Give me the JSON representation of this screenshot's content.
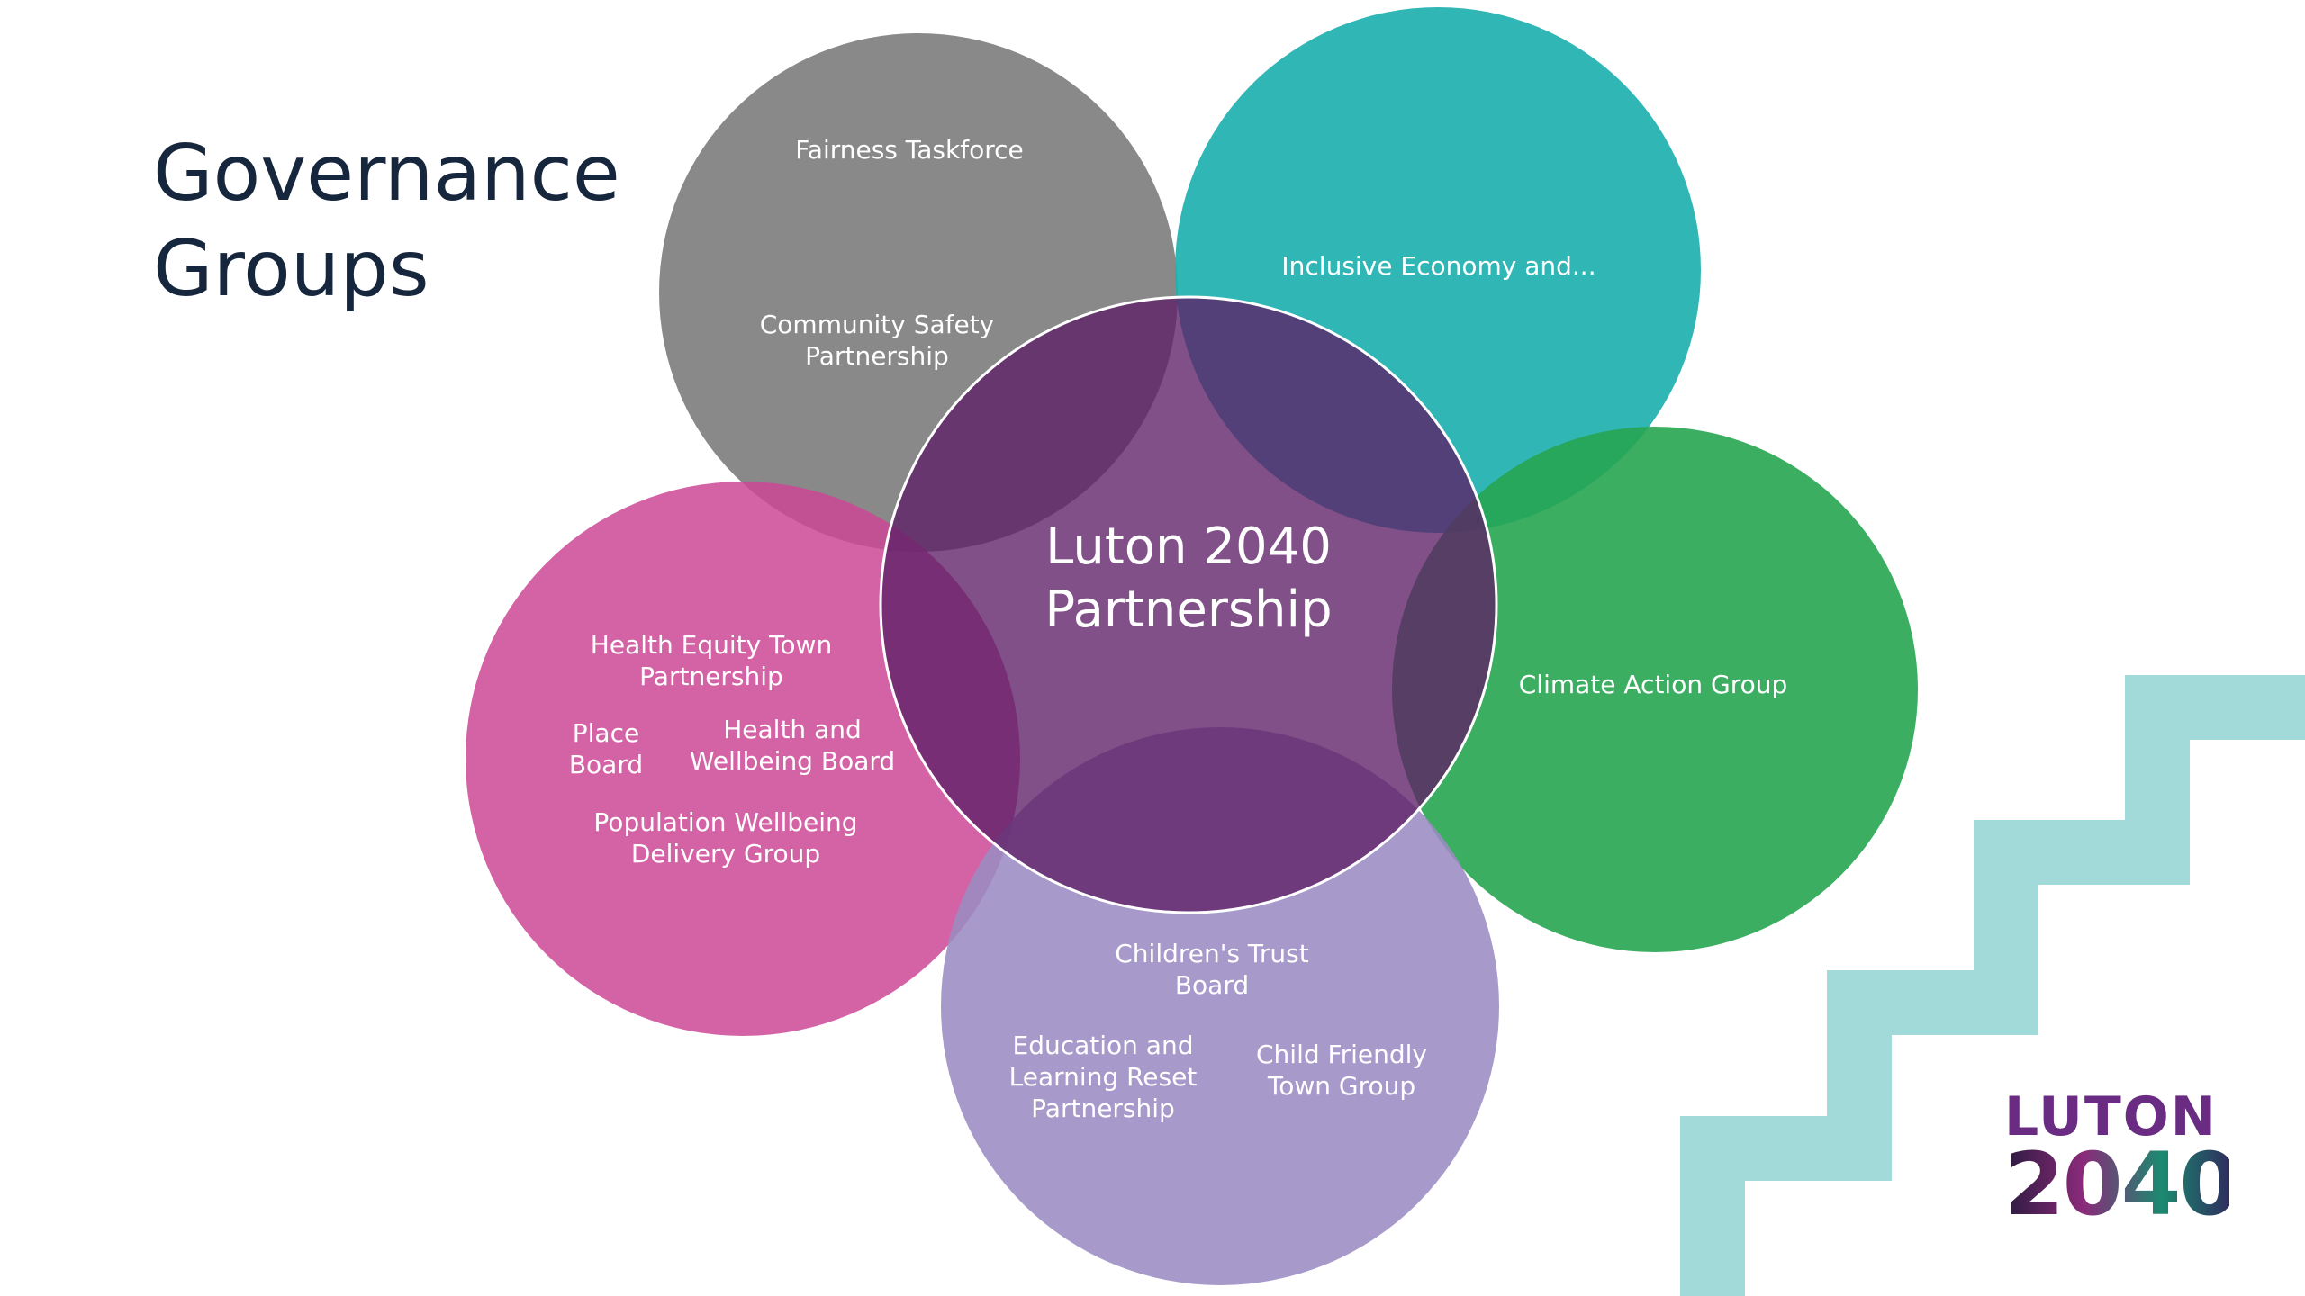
{
  "title": {
    "line1": "Governance",
    "line2": "Groups"
  },
  "center": {
    "line1": "Luton 2040",
    "line2": "Partnership"
  },
  "groups": {
    "grey": {
      "item1": "Fairness Taskforce",
      "item2_line1": "Community Safety",
      "item2_line2": "Partnership"
    },
    "teal": {
      "item1": "Inclusive Economy and..."
    },
    "green": {
      "item1": "Climate Action Group"
    },
    "pink": {
      "item1_line1": "Health Equity Town",
      "item1_line2": "Partnership",
      "item2_line1": "Place",
      "item2_line2": "Board",
      "item3_line1": "Health and",
      "item3_line2": "Wellbeing Board",
      "item4_line1": "Population Wellbeing",
      "item4_line2": "Delivery Group"
    },
    "lavender": {
      "item1_line1": "Children's Trust",
      "item1_line2": "Board",
      "item2_line1": "Education and",
      "item2_line2": "Learning Reset",
      "item2_line3": "Partnership",
      "item3_line1": "Child Friendly",
      "item3_line2": "Town Group"
    }
  },
  "logo": {
    "top": "LUTON",
    "bottom": "2040"
  },
  "colors": {
    "title": "#16263d",
    "grey": "#7f7f7f",
    "teal": "#2bb5b5",
    "green": "#3bb060",
    "pink": "#d15a9e",
    "lavender": "#a497c8",
    "center": "#6a2e72",
    "stairs": "#a2dad9"
  }
}
